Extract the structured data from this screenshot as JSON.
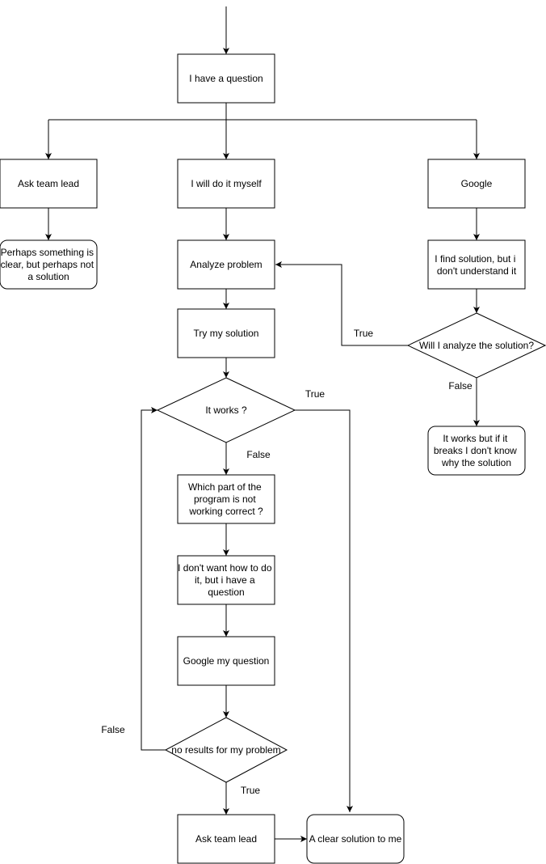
{
  "nodes": {
    "question": {
      "lines": [
        "I have a question"
      ]
    },
    "ask_lead_top": {
      "lines": [
        "Ask team lead"
      ]
    },
    "do_myself": {
      "lines": [
        "I will do it myself"
      ]
    },
    "google_top": {
      "lines": [
        "Google"
      ]
    },
    "perhaps": {
      "lines": [
        "Perhaps something is",
        "clear, but perhaps not",
        "a solution"
      ]
    },
    "analyze": {
      "lines": [
        "Analyze problem"
      ]
    },
    "find_solution": {
      "lines": [
        "I find solution, but i",
        "don't understand it"
      ]
    },
    "try_solution": {
      "lines": [
        "Try my solution"
      ]
    },
    "will_analyze": {
      "lines": [
        "Will I analyze the solution?"
      ]
    },
    "it_works": {
      "lines": [
        "It works ?"
      ]
    },
    "works_but": {
      "lines": [
        "It works but if it",
        "breaks I don't know",
        "why the solution"
      ]
    },
    "which_part": {
      "lines": [
        "Which part of the",
        "program is not",
        "working correct ?"
      ]
    },
    "dont_want": {
      "lines": [
        "I don't want how to do",
        "it, but i have a",
        "question"
      ]
    },
    "google_question": {
      "lines": [
        "Google my question"
      ]
    },
    "no_results": {
      "lines": [
        "no results for my problem"
      ]
    },
    "ask_lead_bottom": {
      "lines": [
        "Ask team lead"
      ]
    },
    "clear_solution": {
      "lines": [
        "A clear solution to me"
      ]
    }
  },
  "edge_labels": {
    "analyze_true": "True",
    "analyze_false": "False",
    "works_true": "True",
    "works_false": "False",
    "results_false": "False",
    "results_true": "True"
  }
}
